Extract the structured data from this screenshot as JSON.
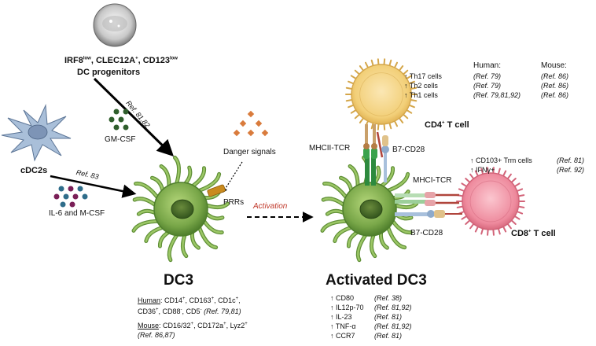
{
  "progenitor": {
    "line1": "IRF8low, CLEC12A+, CD123low",
    "line2": "DC progenitors"
  },
  "arrows": {
    "ref_progenitor": "Ref. 81,82",
    "ref_cdc2": "Ref. 83",
    "activation": "Activation"
  },
  "labels": {
    "gm_csf": "GM-CSF",
    "cdc2s": "cDC2s",
    "il6_mcsf": "IL-6 and M-CSF",
    "danger_signals": "Danger signals",
    "prrs": "PRRs",
    "mhcii_tcr": "MHCII-TCR",
    "b7_cd28_top": "B7-CD28",
    "mhci_tcr": "MHCI-TCR",
    "b7_cd28_bottom": "B7-CD28",
    "cd4_tcell": "CD4+ T cell",
    "cd8_tcell": "CD8+ T cell"
  },
  "dc3": {
    "title": "DC3",
    "human_label": "Human",
    "human_markers_1": ": CD14+, CD163+, CD1c+,",
    "human_markers_2": "CD36+, CD88-, CD5- ",
    "human_ref": "(Ref. 79,81)",
    "mouse_label": "Mouse",
    "mouse_markers": ": CD16/32+, CD172a+, Lyz2+",
    "mouse_ref": "(Ref. 86,87)"
  },
  "activated_dc3": {
    "title": "Activated DC3",
    "items": [
      {
        "name": "↑ CD80",
        "ref": "(Ref. 38)"
      },
      {
        "name": "↑ IL12p-70",
        "ref": "(Ref. 81,92)"
      },
      {
        "name": "↑ IL-23",
        "ref": "(Ref. 81)"
      },
      {
        "name": "↑ TNF-α",
        "ref": "(Ref. 81,92)"
      },
      {
        "name": "↑ CCR7",
        "ref": "(Ref. 81)"
      }
    ]
  },
  "cd4_table": {
    "header_human": "Human:",
    "header_mouse": "Mouse:",
    "rows": [
      {
        "name": "↑ Th17 cells",
        "human": "(Ref. 79)",
        "mouse": "(Ref. 86)"
      },
      {
        "name": "↑ Th2 cells",
        "human": "(Ref. 79)",
        "mouse": "(Ref. 86)"
      },
      {
        "name": "↑ Th1 cells",
        "human": "(Ref. 79,81,92)",
        "mouse": "(Ref. 86)"
      }
    ]
  },
  "cd8_list": {
    "rows": [
      {
        "name": "↑ CD103+ Trm cells",
        "ref": "(Ref. 81)"
      },
      {
        "name": "↑ IFNγ+",
        "ref": "(Ref. 92)"
      }
    ]
  },
  "colors": {
    "dc_green": "#7fae4a",
    "cd4_yellow": "#f2d07a",
    "cd8_pink": "#f08a9c",
    "cdc2_blue": "#a9bfd9",
    "activation_red": "#c0392b"
  }
}
